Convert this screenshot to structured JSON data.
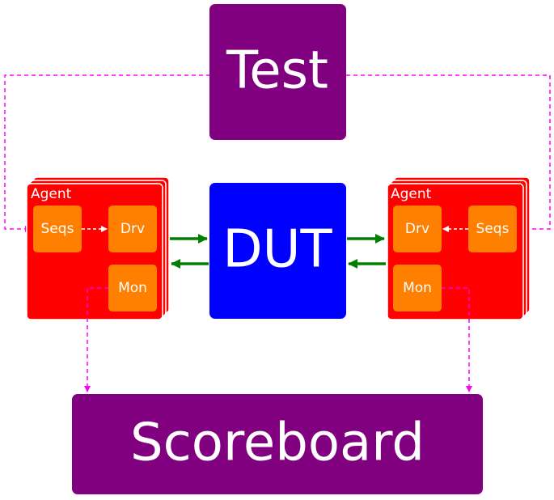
{
  "labels": {
    "test": "Test",
    "dut": "DUT",
    "scoreboard": "Scoreboard",
    "left_agent": {
      "title": "Agent",
      "seqs": "Seqs",
      "drv": "Drv",
      "mon": "Mon"
    },
    "right_agent": {
      "title": "Agent",
      "seqs": "Seqs",
      "drv": "Drv",
      "mon": "Mon"
    }
  },
  "colors": {
    "purple": "#800080",
    "blue": "#0000ff",
    "agent_red": "#ff0000",
    "block_orange": "#ff7f00",
    "green_arrow": "#008000",
    "magenta_dash": "#ff00ff",
    "white": "#ffffff"
  }
}
